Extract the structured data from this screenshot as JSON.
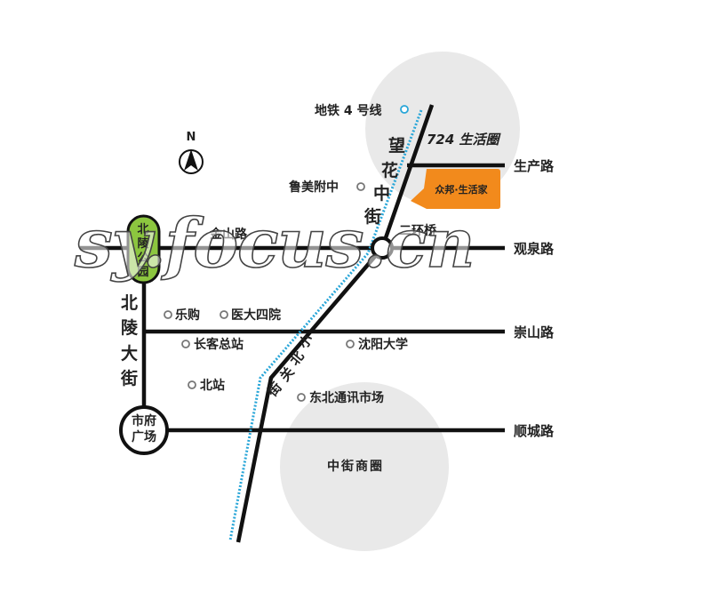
{
  "compass": {
    "label": "N",
    "icon": "north-arrow-icon"
  },
  "zones": {
    "north": {
      "label": "724 生活圈",
      "fill": "#e8e8e8",
      "text_color": "#f28a1c"
    },
    "south": {
      "label": "中街商圈",
      "fill": "#e8e8e8",
      "text_color": "#f28a1c"
    }
  },
  "metro": {
    "label": "地铁 4 号线",
    "color": "#29a6d8"
  },
  "roads": {
    "shengchan": "生产路",
    "guanquan": "观泉路",
    "chongshan": "崇山路",
    "shuncheng": "顺城路",
    "jinshan": "金山路",
    "wanghua": [
      "望",
      "花",
      "中",
      "街"
    ],
    "beiling": [
      "北",
      "陵",
      "大",
      "街"
    ],
    "xiaobeiguan": [
      "小",
      "北",
      "关",
      "街"
    ]
  },
  "nodes": {
    "erhuanqiao": "二环桥",
    "shifu": [
      "市府",
      "广场"
    ],
    "beiling_park": "北陵公园"
  },
  "pois": {
    "lumei": "鲁美附中",
    "legou": "乐购",
    "yida": "医大四院",
    "changke": "长客总站",
    "shenyang_univ": "沈阳大学",
    "beizhan": "北站",
    "dongbei": "东北通讯市场"
  },
  "logo": {
    "text": "众邦·生活家",
    "fill": "#f28a1c"
  },
  "watermark": "sy.focus.cn",
  "colors": {
    "road": "#111111",
    "park": "#8cc63f",
    "poi": "#666666"
  }
}
